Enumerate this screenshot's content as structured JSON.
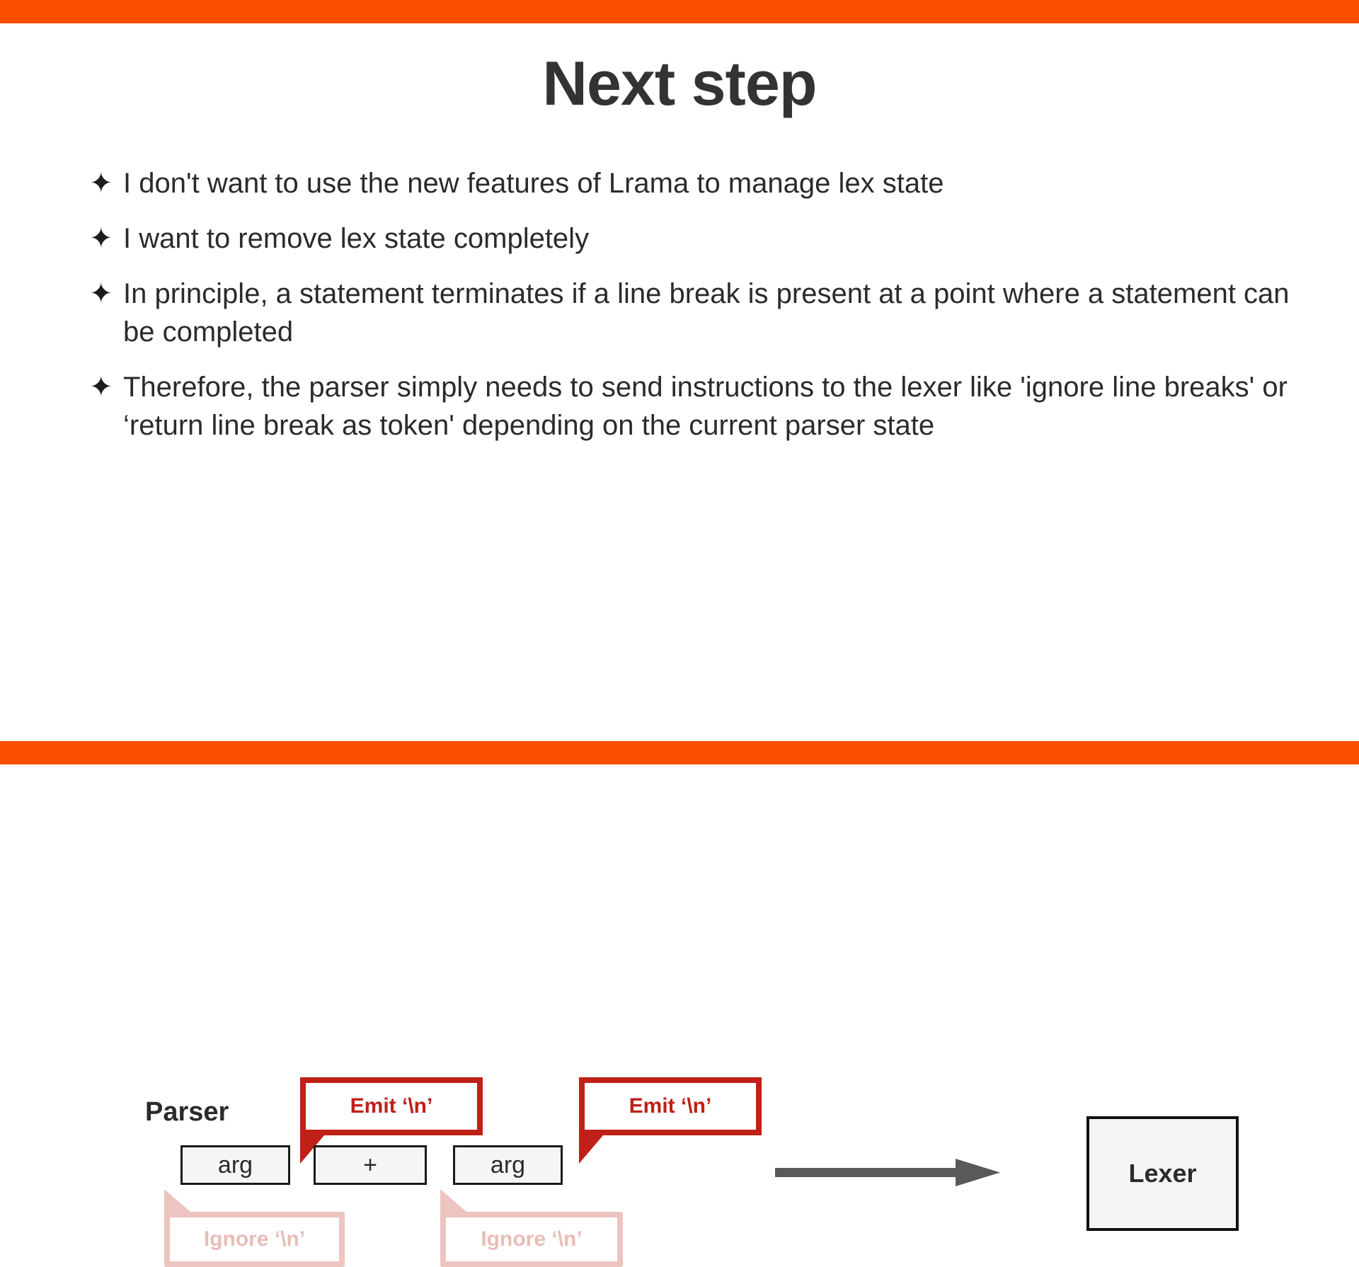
{
  "theme": {
    "accent_bar_color": "#fa4e00",
    "title_color": "#333333",
    "body_text_color": "#2b2b2b",
    "callout_active_color": "#bf2017",
    "callout_faded_color": "#edc4c0",
    "arrow_color": "#595959",
    "box_fill": "#f5f5f5",
    "box_border": "#111111"
  },
  "slide": {
    "title": "Next step",
    "bullet_glyph": "✦",
    "bullets": [
      {
        "text": "I don't want to use the new features of Lrama to manage lex state"
      },
      {
        "text": "I want to remove lex state completely"
      },
      {
        "text": "In principle, a statement terminates if a line break is present at a point where a statement can be completed"
      },
      {
        "text": "Therefore, the parser simply needs to send instructions to the lexer like 'ignore line breaks' or ‘return line break as token' depending on the current parser state"
      }
    ]
  },
  "diagram": {
    "parser_label": "Parser",
    "lexer_label": "Lexer",
    "tokens": [
      {
        "label": "arg"
      },
      {
        "label": "+"
      },
      {
        "label": "arg"
      }
    ],
    "emit_callouts": [
      {
        "label": "Emit ‘\\n’"
      },
      {
        "label": "Emit ‘\\n’"
      }
    ],
    "ignore_callouts": [
      {
        "label": "Ignore ‘\\n’"
      },
      {
        "label": "Ignore ‘\\n’"
      }
    ],
    "arrow_direction": "right"
  }
}
